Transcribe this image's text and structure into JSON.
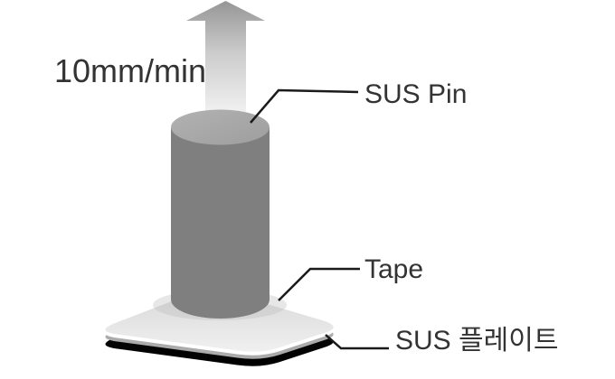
{
  "diagram": {
    "speed_label": "10mm/min",
    "labels": {
      "pin": "SUS Pin",
      "tape": "Tape",
      "plate": "SUS 플레이트"
    },
    "colors": {
      "background": "#ffffff",
      "text": "#333333",
      "leader_line": "#1a1a1a",
      "arrow_top": "#969696",
      "arrow_mid": "#cccccc",
      "arrow_bottom": "#f4f4f4",
      "cylinder_body": "#7f7f7f",
      "cylinder_top_light": "#b2b2b2",
      "cylinder_top_dark": "#9e9e9e",
      "tape_top_back": "#d8d8d8",
      "tape_top_front": "#f0f0f0",
      "tape_highlight": "#ffffff",
      "tape_under_shadow": "#ababab",
      "plate_sheen": "#4a4a4a",
      "plate_black": "#060606"
    }
  }
}
